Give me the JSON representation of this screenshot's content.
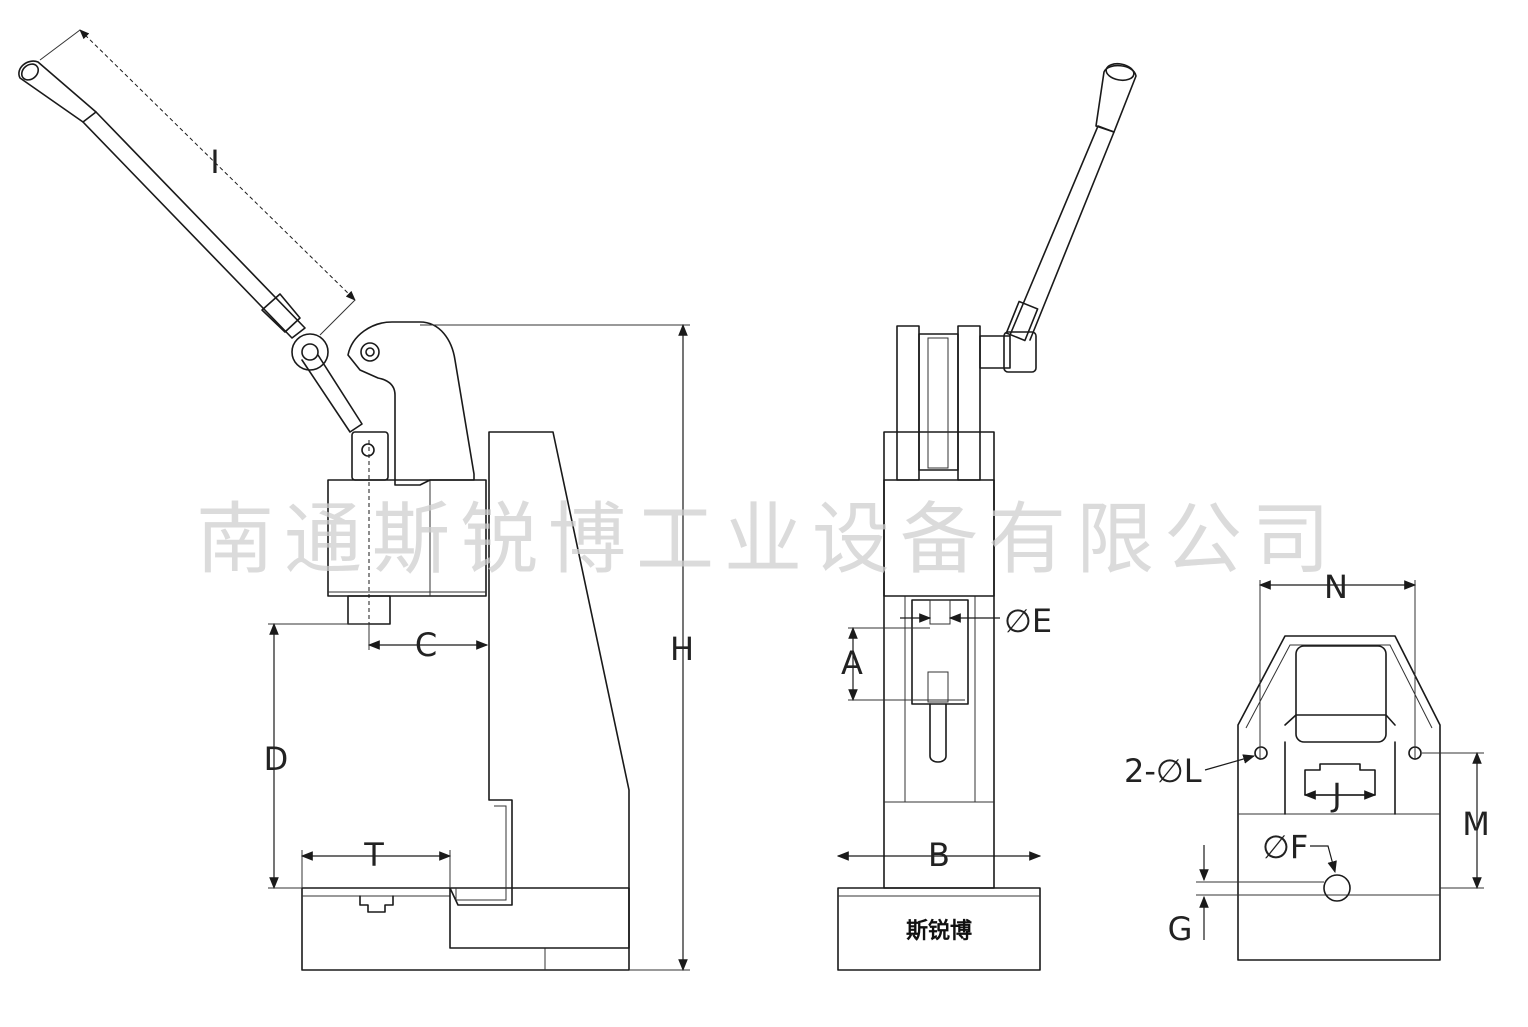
{
  "watermark": "南通斯锐博工业设备有限公司",
  "brand_plate": "斯锐博",
  "labels": {
    "I": "I",
    "H": "H",
    "C": "C",
    "D": "D",
    "T": "T",
    "E": "∅E",
    "A": "A",
    "B": "B",
    "N": "N",
    "L": "2-∅L",
    "J": "J",
    "M": "M",
    "F": "∅F",
    "G": "G"
  }
}
